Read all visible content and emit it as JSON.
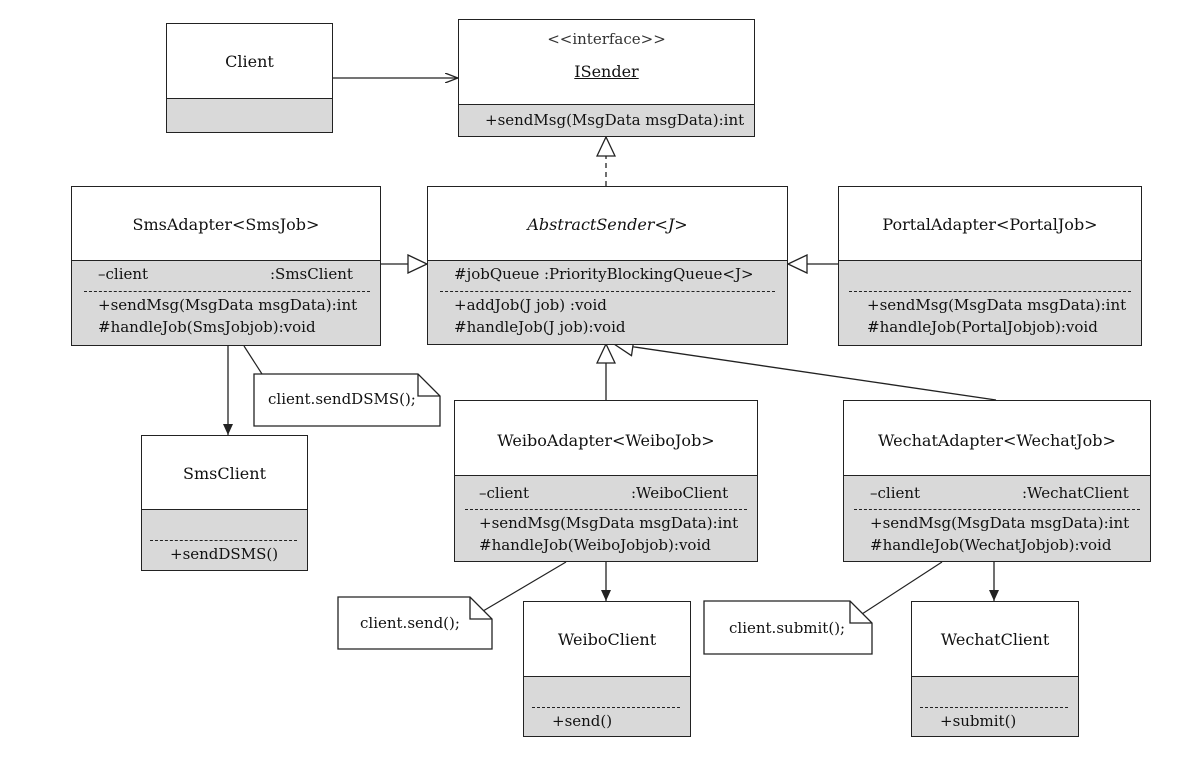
{
  "classes": {
    "client": {
      "name": "Client"
    },
    "isender": {
      "stereotype": "<<interface>>",
      "name": "ISender",
      "methods": [
        "+sendMsg(MsgData msgData):int"
      ]
    },
    "sms_adapter": {
      "name": "SmsAdapter<SmsJob>",
      "field_name": "–client",
      "field_type": ":SmsClient",
      "methods": [
        "+sendMsg(MsgData msgData):int",
        "#handleJob(SmsJobjob):void"
      ]
    },
    "abstract_sender": {
      "name": "AbstractSender<J>",
      "field": "#jobQueue  :PriorityBlockingQueue<J>",
      "methods": [
        "+addJob(J job) :void",
        "#handleJob(J job):void"
      ]
    },
    "portal_adapter": {
      "name": "PortalAdapter<PortalJob>",
      "methods": [
        "+sendMsg(MsgData msgData):int",
        "#handleJob(PortalJobjob):void"
      ]
    },
    "sms_client": {
      "name": "SmsClient",
      "methods": [
        "+sendDSMS()"
      ]
    },
    "weibo_adapter": {
      "name": "WeiboAdapter<WeiboJob>",
      "field_name": "–client",
      "field_type": ":WeiboClient",
      "methods": [
        "+sendMsg(MsgData msgData):int",
        "#handleJob(WeiboJobjob):void"
      ]
    },
    "wechat_adapter": {
      "name": "WechatAdapter<WechatJob>",
      "field_name": "–client",
      "field_type": ":WechatClient",
      "methods": [
        "+sendMsg(MsgData msgData):int",
        "#handleJob(WechatJobjob):void"
      ]
    },
    "weibo_client": {
      "name": "WeiboClient",
      "methods": [
        "+send()"
      ]
    },
    "wechat_client": {
      "name": "WechatClient",
      "methods": [
        "+submit()"
      ]
    }
  },
  "notes": {
    "sms": "client.sendDSMS();",
    "weibo": "client.send();",
    "wechat": "client.submit();"
  },
  "colors": {
    "line": "#222222",
    "section_fill": "#d9d9d9",
    "background": "#ffffff"
  }
}
